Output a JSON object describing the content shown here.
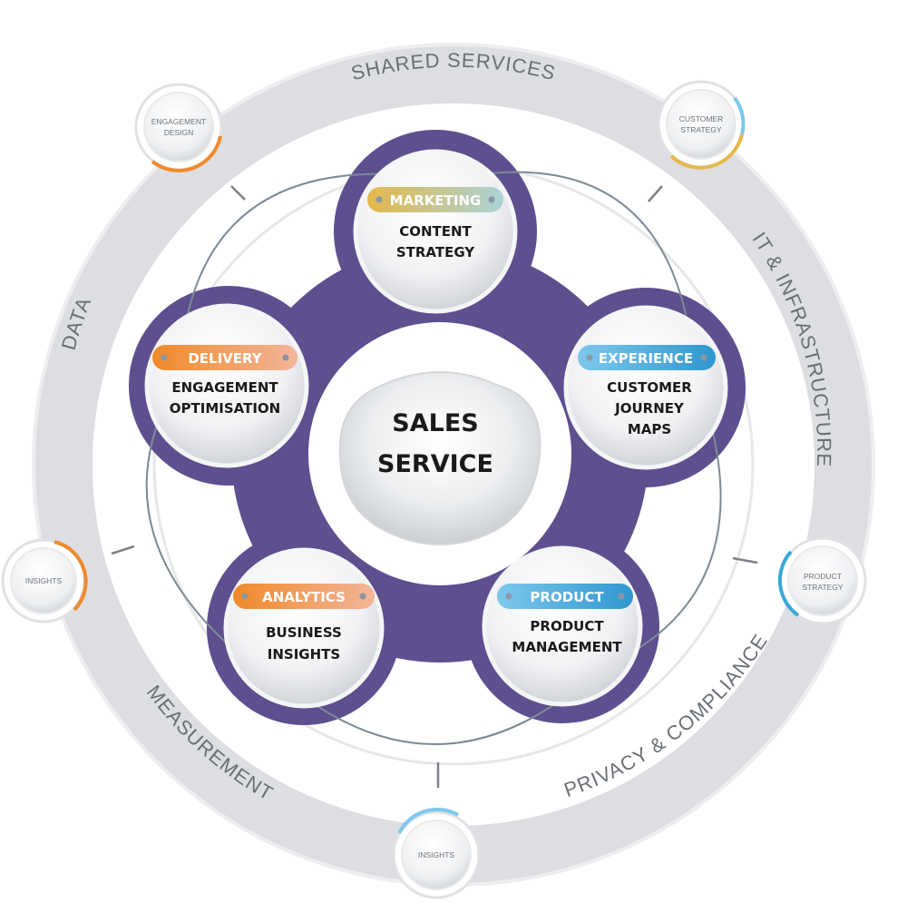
{
  "center": {
    "line1": "SALES",
    "line2": "SERVICE"
  },
  "ring_labels": {
    "top": "SHARED SERVICES",
    "right": "IT & INFRASTRUCTURE",
    "bottom_right": "PRIVACY & COMPLIANCE",
    "bottom_left": "MEASUREMENT",
    "left": "DATA"
  },
  "nodes": {
    "marketing": {
      "tag": "MARKETING",
      "line1": "CONTENT",
      "line2": "STRATEGY",
      "line3": ""
    },
    "experience": {
      "tag": "EXPERIENCE",
      "line1": "CUSTOMER",
      "line2": "JOURNEY",
      "line3": "MAPS"
    },
    "product": {
      "tag": "PRODUCT",
      "line1": "PRODUCT",
      "line2": "MANAGEMENT",
      "line3": ""
    },
    "analytics": {
      "tag": "ANALYTICS",
      "line1": "BUSINESS",
      "line2": "INSIGHTS",
      "line3": ""
    },
    "delivery": {
      "tag": "DELIVERY",
      "line1": "ENGAGEMENT",
      "line2": "OPTIMISATION",
      "line3": ""
    }
  },
  "outer_circles": {
    "engagement_design": {
      "line1": "ENGAGEMENT",
      "line2": "DESIGN"
    },
    "customer_strategy": {
      "line1": "CUSTOMER",
      "line2": "STRATEGY"
    },
    "product_strategy": {
      "line1": "PRODUCT",
      "line2": "STRATEGY"
    },
    "insights_bottom": {
      "line1": "INSIGHTS"
    },
    "insights_left": {
      "line1": "INSIGHTS"
    }
  },
  "colors": {
    "purple": "#5e4f8f",
    "marketing": "#e8c24e",
    "experience": "#3aa7d8",
    "product": "#3aa7d8",
    "analytics": "#ef7d22",
    "delivery": "#ef7d22",
    "ring": "#dcdde0"
  }
}
